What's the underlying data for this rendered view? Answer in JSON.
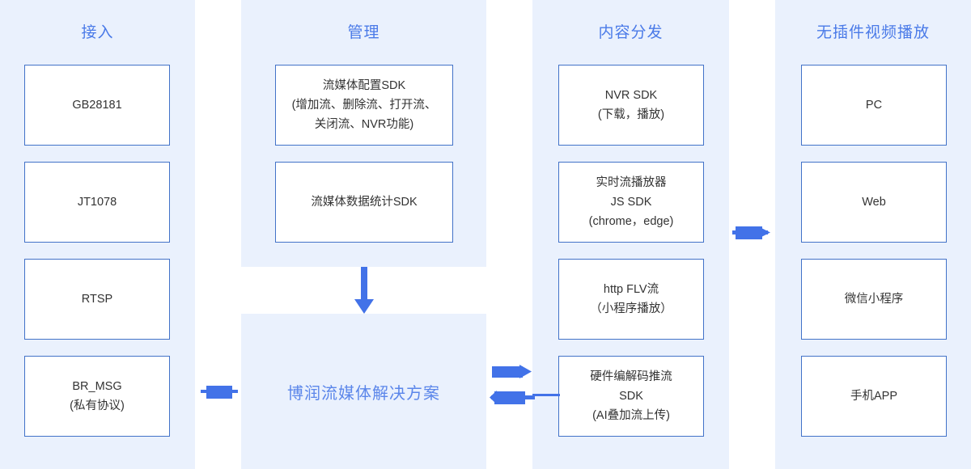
{
  "diagram": {
    "title": "博润流媒体解决方案",
    "accent_color": "#4272e8",
    "band_color": "#eaf1fd",
    "heading_color": "#4a7ae8",
    "box_border_color": "#4272c8"
  },
  "columns": [
    {
      "id": "access",
      "heading": "接入",
      "nodes": [
        {
          "label": "GB28181"
        },
        {
          "label": "JT1078"
        },
        {
          "label": "RTSP"
        },
        {
          "label": "BR_MSG\n(私有协议)"
        }
      ]
    },
    {
      "id": "management",
      "heading": "管理",
      "nodes": [
        {
          "label": "流媒体配置SDK\n(增加流、删除流、打开流、\n关闭流、NVR功能)"
        },
        {
          "label": "流媒体数据统计SDK"
        }
      ]
    },
    {
      "id": "distribution",
      "heading": "内容分发",
      "nodes": [
        {
          "label": "NVR SDK\n(下载，播放)"
        },
        {
          "label": "实时流播放器\nJS SDK\n(chrome，edge)"
        },
        {
          "label": "http FLV流\n（小程序播放）"
        },
        {
          "label": "硬件编解码推流\nSDK\n(AI叠加流上传)"
        }
      ]
    },
    {
      "id": "playback",
      "heading": "无插件视频播放",
      "nodes": [
        {
          "label": "PC"
        },
        {
          "label": "Web"
        },
        {
          "label": "微信小程序"
        },
        {
          "label": "手机APP"
        }
      ]
    }
  ],
  "arrows": [
    {
      "name": "arrow-down-to-solution",
      "direction": "down"
    },
    {
      "name": "arrow-access-to-solution",
      "direction": "right"
    },
    {
      "name": "arrow-distribution-to-playback",
      "direction": "right"
    },
    {
      "name": "arrow-solution-to-distribution",
      "direction": "right"
    },
    {
      "name": "arrow-distribution-to-solution",
      "direction": "left"
    }
  ]
}
